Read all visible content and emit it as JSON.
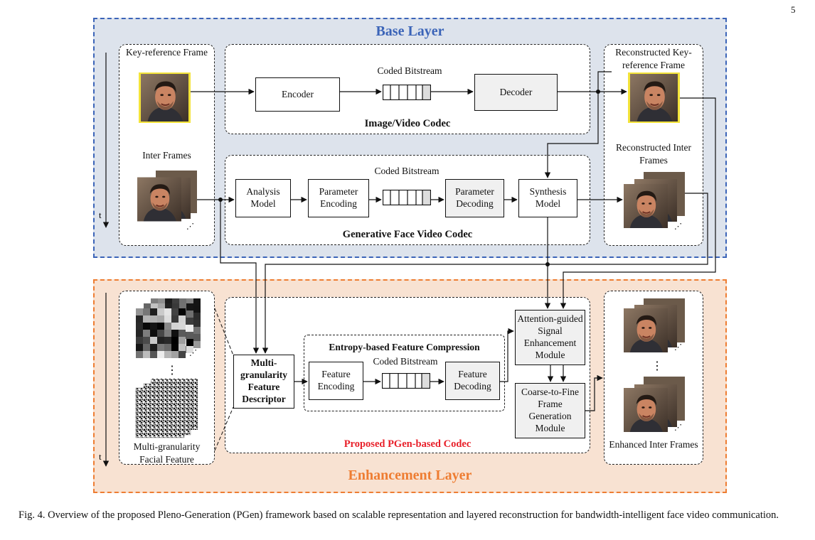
{
  "page_number": "5",
  "base_layer": {
    "title": "Base Layer",
    "title_color": "#3b64b8",
    "background": "#dde3ec",
    "key_frame_label": "Key-reference Frame",
    "inter_frames_label": "Inter Frames",
    "time_label": "t",
    "image_codec": {
      "title": "Image/Video Codec",
      "encoder": "Encoder",
      "decoder": "Decoder",
      "bitstream_label": "Coded  Bitstream"
    },
    "gfvc": {
      "title": "Generative Face Video Codec",
      "analysis": "Analysis Model",
      "param_encoding": "Parameter Encoding",
      "param_decoding": "Parameter Decoding",
      "synthesis": "Synthesis Model",
      "bitstream_label": "Coded  Bitstream"
    },
    "recon_key_label": "Reconstructed Key-reference Frame",
    "recon_inter_label": "Reconstructed Inter Frames"
  },
  "enhancement_layer": {
    "title": "Enhancement Layer",
    "title_color": "#ee7d32",
    "background": "#f8e2d2",
    "time_label": "t",
    "facial_feature_label": "Multi-granularity Facial Feature",
    "descriptor": "Multi-granularity Feature Descriptor",
    "entropy": {
      "title": "Entropy-based Feature Compression",
      "feature_encoding": "Feature Encoding",
      "feature_decoding": "Feature Decoding",
      "bitstream_label": "Coded  Bitstream"
    },
    "attention": "Attention-guided Signal Enhancement Module",
    "coarse_fine": "Coarse-to-Fine Frame Generation Module",
    "codec_title": "Proposed PGen-based Codec",
    "codec_title_color": "#e8202a",
    "enhanced_label": "Enhanced Inter Frames"
  },
  "caption": "Fig. 4.  Overview of the proposed Pleno-Generation (PGen) framework based on scalable representation and layered reconstruction for bandwidth-intelligent face video communication.",
  "icons": [
    "face-photo",
    "feature-map-mosaic",
    "bitstream-cells",
    "arrow"
  ],
  "colors": {
    "key_frame_border": "#f3e33a",
    "skin": "#c98462"
  }
}
